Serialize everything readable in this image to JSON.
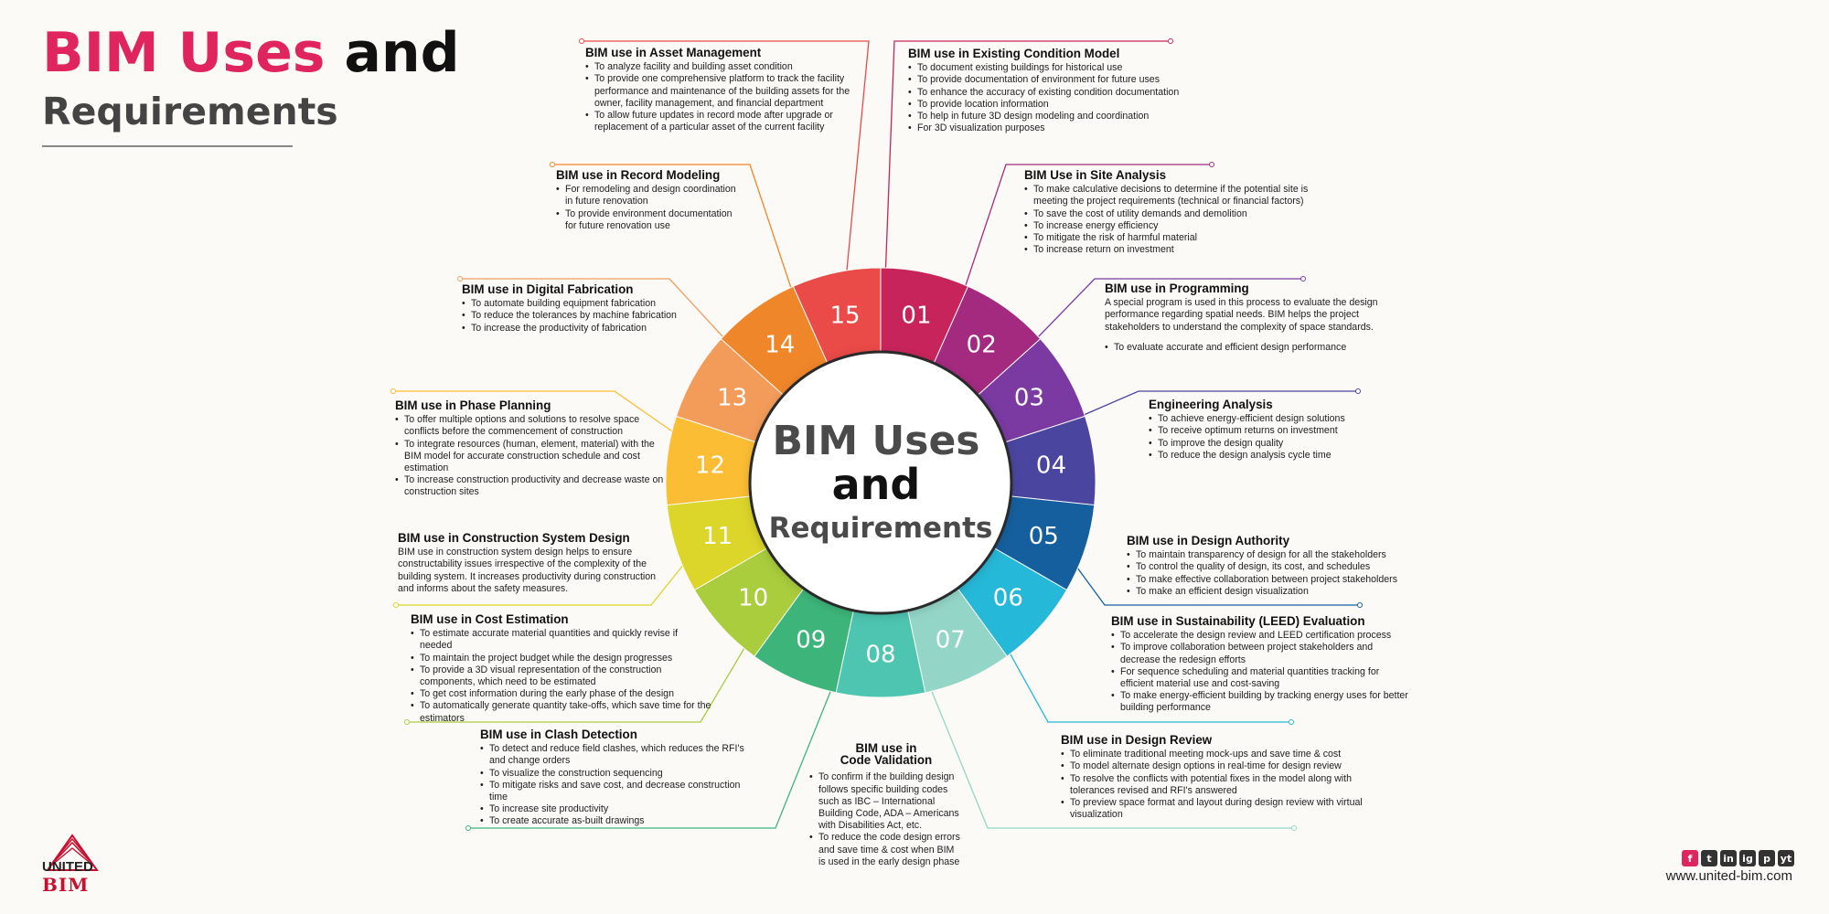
{
  "title": {
    "line1_pink": "BIM Uses",
    "line1_black": " and",
    "line2": "Requirements"
  },
  "center": {
    "line1": "BIM Uses",
    "line2": "and",
    "line3": "Requirements"
  },
  "segments": [
    {
      "num": "01",
      "color": "#c8245c"
    },
    {
      "num": "02",
      "color": "#a42a80"
    },
    {
      "num": "03",
      "color": "#7a3aa2"
    },
    {
      "num": "04",
      "color": "#4a46a0"
    },
    {
      "num": "05",
      "color": "#155f9e"
    },
    {
      "num": "06",
      "color": "#26b8d8"
    },
    {
      "num": "07",
      "color": "#93d6c8"
    },
    {
      "num": "08",
      "color": "#4dc5b0"
    },
    {
      "num": "09",
      "color": "#3db57a"
    },
    {
      "num": "10",
      "color": "#a9cd3c"
    },
    {
      "num": "11",
      "color": "#dcd52a"
    },
    {
      "num": "12",
      "color": "#fbbd33"
    },
    {
      "num": "13",
      "color": "#f39c5a"
    },
    {
      "num": "14",
      "color": "#f0862a"
    },
    {
      "num": "15",
      "color": "#ea4a48"
    }
  ],
  "blocks": {
    "asset": {
      "title": "BIM use in Asset Management",
      "items": [
        "To analyze facility and building asset condition",
        "To provide one comprehensive platform to track the facility performance and maintenance of the building assets for the owner, facility management, and financial department",
        "To allow future updates in record mode after upgrade or replacement of a particular asset of the current facility"
      ]
    },
    "existing": {
      "title": "BIM use in Existing Condition Model",
      "items": [
        "To document existing buildings for historical use",
        "To provide documentation of environment for future uses",
        "To enhance the accuracy of existing condition documentation",
        "To provide location information",
        "To help in future 3D design modeling and coordination",
        "For 3D visualization purposes"
      ]
    },
    "record": {
      "title": "BIM use in Record Modeling",
      "items": [
        "For remodeling and design coordination in future renovation",
        "To provide environment documentation for future renovation use"
      ]
    },
    "site": {
      "title": "BIM Use in Site Analysis",
      "items": [
        "To make calculative decisions to determine if the potential site is meeting the project requirements (technical or financial factors)",
        "To save the cost of utility demands and demolition",
        "To increase energy efficiency",
        "To mitigate the risk of harmful material",
        "To increase return on investment"
      ]
    },
    "digital": {
      "title": "BIM use in Digital Fabrication",
      "items": [
        "To automate building equipment fabrication",
        "To reduce the tolerances by machine fabrication",
        "To increase the productivity of fabrication"
      ]
    },
    "programming": {
      "title": "BIM use in Programming",
      "text": "A special program is used in this process to evaluate the design performance regarding spatial needs. BIM helps the project stakeholders to understand the complexity of space standards.",
      "items": [
        "To evaluate accurate and efficient design performance"
      ]
    },
    "phase": {
      "title": "BIM use in Phase Planning",
      "items": [
        "To offer multiple options and solutions to resolve space conflicts before the commencement of construction",
        "To integrate resources (human, element, material) with the BIM model for accurate construction schedule and cost estimation",
        "To increase construction productivity and decrease waste on construction sites"
      ]
    },
    "engineering": {
      "title": "Engineering Analysis",
      "items": [
        "To achieve energy-efficient design solutions",
        "To receive optimum returns on investment",
        "To improve the design quality",
        "To reduce the design analysis cycle time"
      ]
    },
    "construction": {
      "title": "BIM use in Construction System Design",
      "text": "BIM use in construction system design helps to ensure constructability issues irrespective of the complexity of the building system. It increases productivity during construction and informs about the safety measures."
    },
    "authority": {
      "title": "BIM use in Design Authority",
      "items": [
        "To maintain transparency of design for all the stakeholders",
        "To control the quality of design, its cost, and schedules",
        "To make effective collaboration between project stakeholders",
        "To make an efficient design visualization"
      ]
    },
    "cost": {
      "title": "BIM use in Cost Estimation",
      "items": [
        "To estimate accurate material quantities and quickly revise  if needed",
        "To maintain the project budget while the design progresses",
        "To provide a 3D visual representation of the construction components, which need to be estimated",
        "To get cost information during the early phase of the design",
        "To automatically generate quantity take-offs, which save time for the estimators"
      ]
    },
    "sustainability": {
      "title": "BIM use in Sustainability (LEED) Evaluation",
      "items": [
        "To accelerate the design review and LEED certification process",
        "To improve collaboration between project stakeholders and decrease the redesign efforts",
        "For sequence scheduling and material quantities tracking for efficient material use and cost-saving",
        "To make energy-efficient building by tracking energy uses for better building performance"
      ]
    },
    "clash": {
      "title": "BIM use in Clash Detection",
      "items": [
        "To detect and reduce field clashes, which reduces the RFI's and change orders",
        "To visualize the construction sequencing",
        "To mitigate risks and save cost, and decrease construction time",
        "To increase site productivity",
        "To create accurate as-built drawings"
      ]
    },
    "code": {
      "title1": "BIM use in",
      "title2": "Code Validation",
      "items": [
        "To confirm if the building design follows specific building codes such as IBC – International Building Code, ADA – Americans with Disabilities Act, etc.",
        "To reduce the code design errors and save time & cost when BIM is used in the early design phase"
      ]
    },
    "review": {
      "title": "BIM use in Design Review",
      "items": [
        "To eliminate traditional meeting mock-ups and save time & cost",
        "To model alternate design options in real-time for design review",
        "To resolve the conflicts with potential fixes in the model along with tolerances revised and RFI's answered",
        "To preview space format and layout during design review with virtual visualization"
      ]
    }
  },
  "logo": {
    "line1": "UNITED",
    "line2": "BIM"
  },
  "social": [
    "f",
    "t",
    "in",
    "ig",
    "p",
    "yt"
  ],
  "website": "www.united-bim.com"
}
